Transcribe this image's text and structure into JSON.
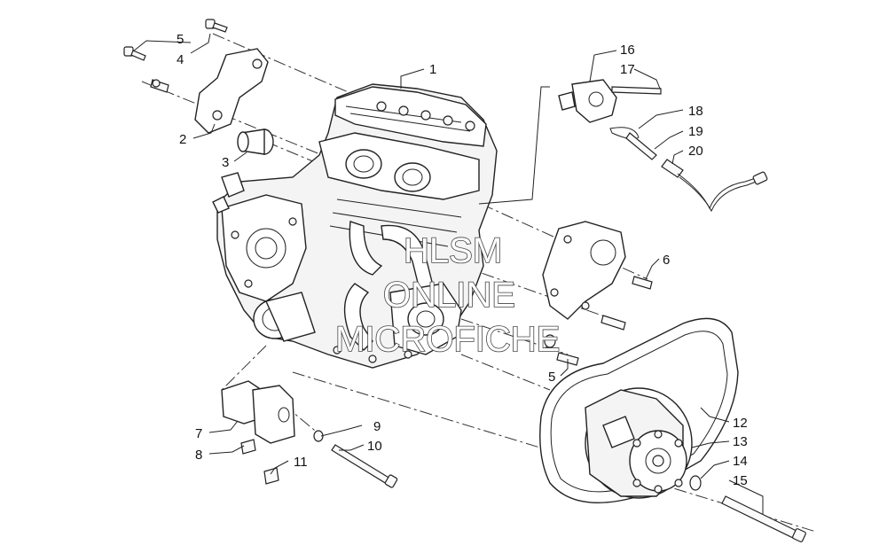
{
  "callouts": [
    {
      "id": "1",
      "label": "1"
    },
    {
      "id": "2",
      "label": "2"
    },
    {
      "id": "3",
      "label": "3"
    },
    {
      "id": "4",
      "label": "4"
    },
    {
      "id": "5a",
      "label": "5"
    },
    {
      "id": "5b",
      "label": "5"
    },
    {
      "id": "6",
      "label": "6"
    },
    {
      "id": "7",
      "label": "7"
    },
    {
      "id": "8",
      "label": "8"
    },
    {
      "id": "9",
      "label": "9"
    },
    {
      "id": "10",
      "label": "10"
    },
    {
      "id": "11",
      "label": "11"
    },
    {
      "id": "12",
      "label": "12"
    },
    {
      "id": "13",
      "label": "13"
    },
    {
      "id": "14",
      "label": "14"
    },
    {
      "id": "15",
      "label": "15"
    },
    {
      "id": "16",
      "label": "16"
    },
    {
      "id": "17",
      "label": "17"
    },
    {
      "id": "18",
      "label": "18"
    },
    {
      "id": "19",
      "label": "19"
    },
    {
      "id": "20",
      "label": "20"
    }
  ],
  "watermark": {
    "line1": "HLSM",
    "line2": "ONLINE",
    "line3": "MICROFICHE"
  }
}
